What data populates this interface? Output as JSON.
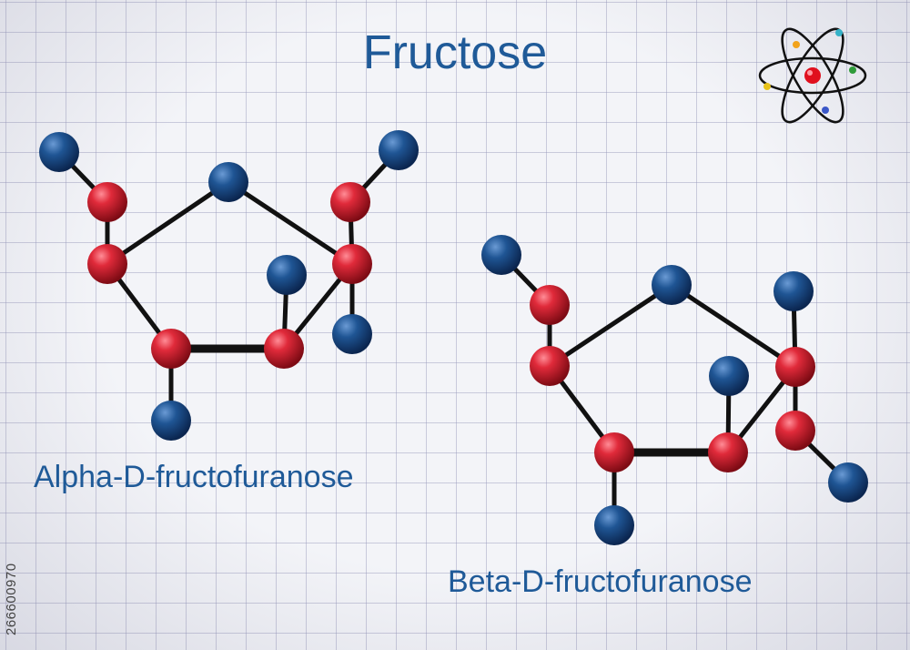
{
  "title": "Fructose",
  "molecule_labels": {
    "alpha": "Alpha-D-fructofuranose",
    "beta": "Beta-D-fructofuranose"
  },
  "stock_id": "266600970",
  "colors": {
    "text": "#1f5a98",
    "oxygen_red": "#c8162a",
    "hydrogen_blue": "#1d4f8c",
    "bond": "#111111",
    "grid_line": "#9696b9"
  },
  "icons": [
    "atom-icon"
  ]
}
